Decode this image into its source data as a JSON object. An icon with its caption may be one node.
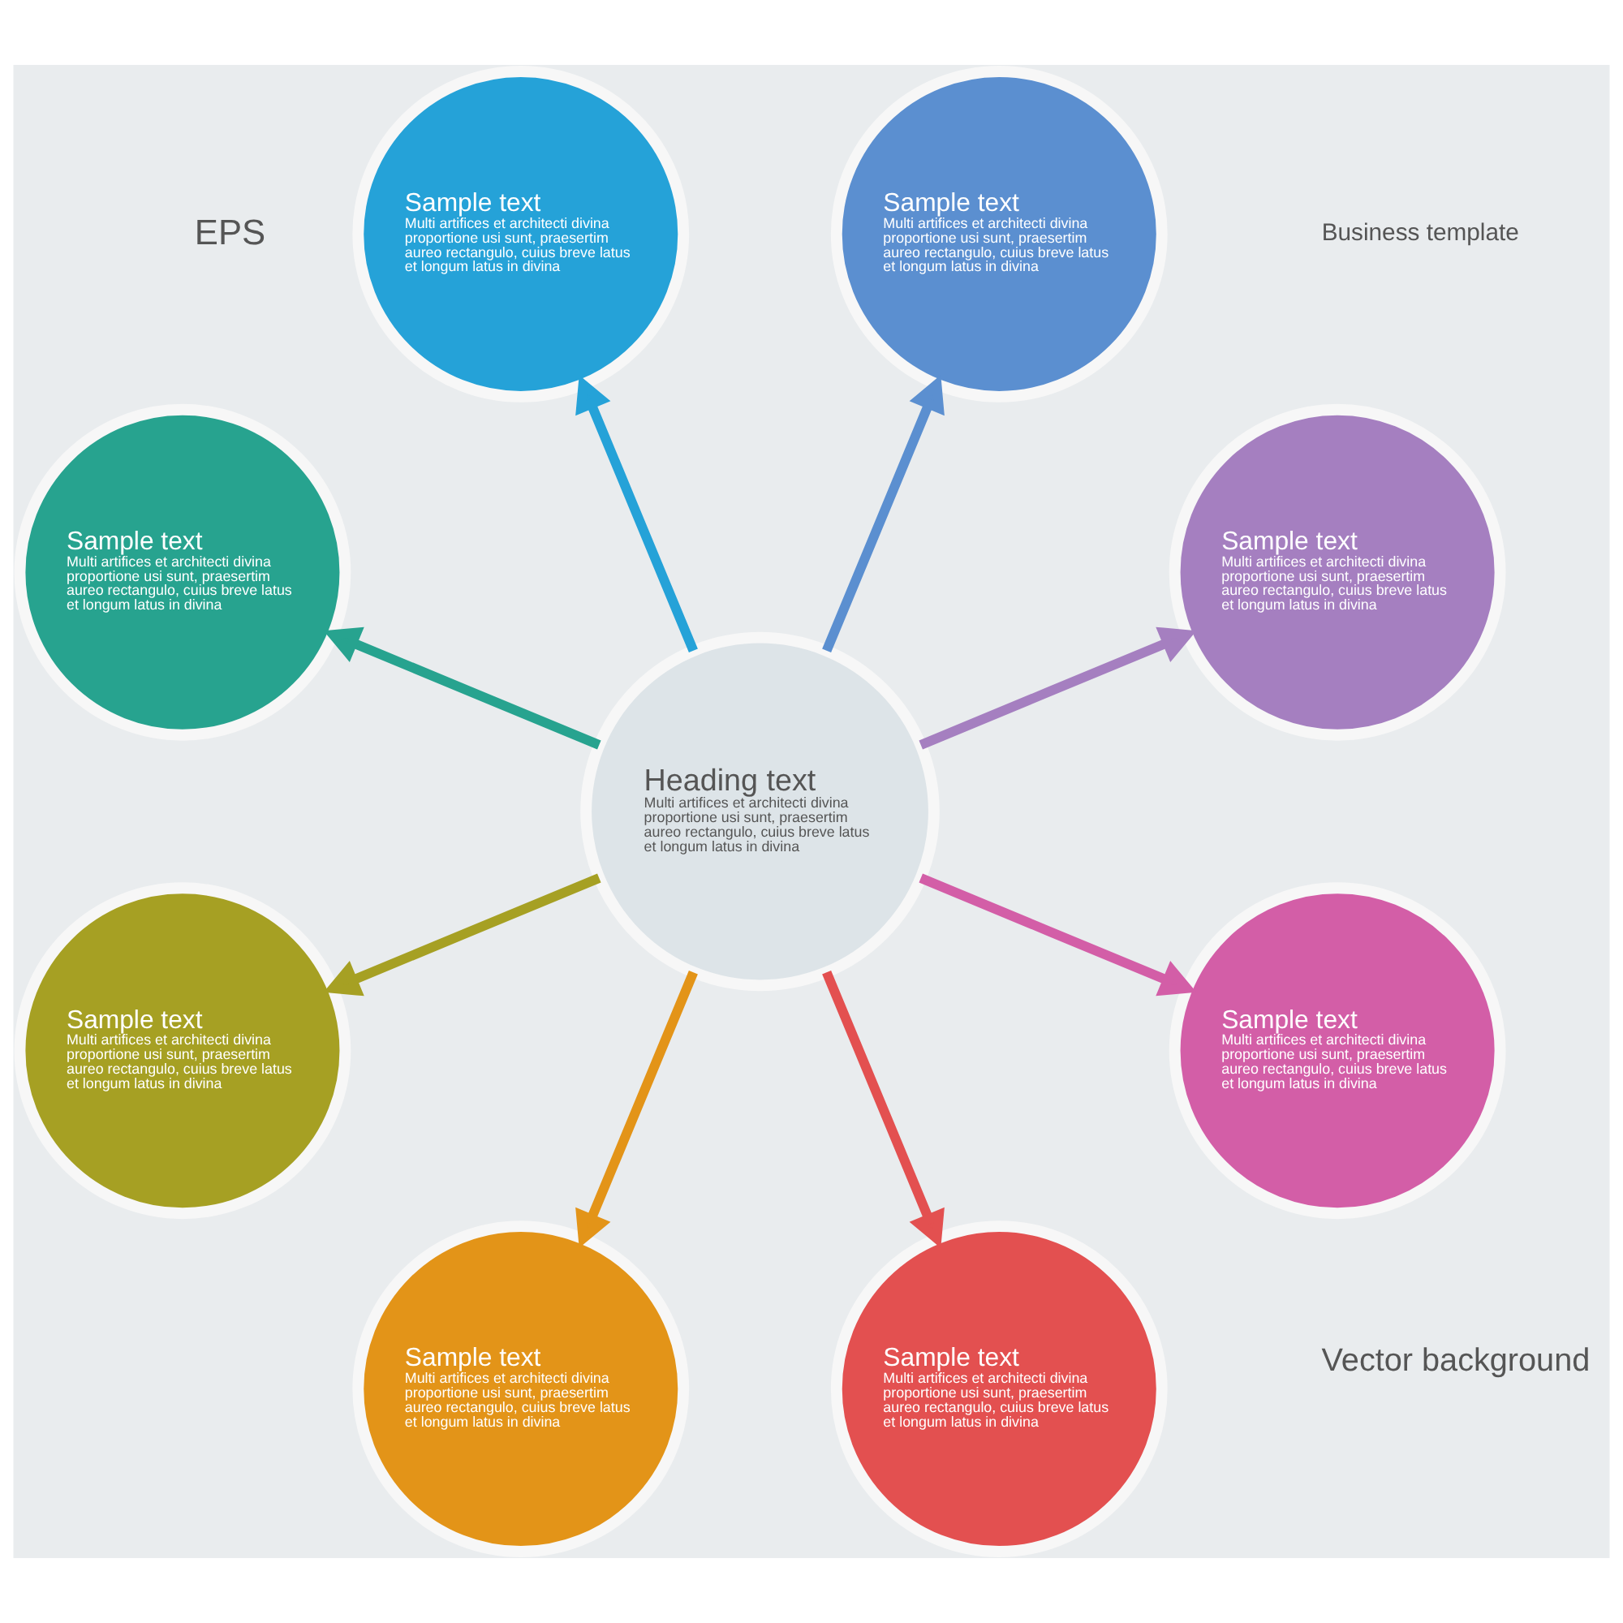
{
  "diagram": {
    "nodes": [
      {
        "text": [
          "Heading text",
          "Multi artifices et architecti divina proportione usi sunt, praesertim aureo rectangulo, cuius breve latus et longum latus in divina"
        ]
      },
      {
        "text": [
          "Sample text",
          "Multi artifices et architecti divina proportione usi sunt, praesertim aureo rectangulo, cuius breve latus et longum latus in divina"
        ]
      },
      {
        "text": [
          "Sample text",
          "Multi artifices et architecti divina proportione usi sunt, praesertim aureo rectangulo, cuius breve latus et longum latus in divina"
        ]
      },
      {
        "text": [
          "Sample text",
          "Multi artifices et architecti divina proportione usi sunt, praesertim aureo rectangulo, cuius breve latus et longum latus in divina"
        ]
      },
      {
        "text": [
          "Sample text",
          "Multi artifices et architecti divina proportione usi sunt, praesertim aureo rectangulo, cuius breve latus et longum latus in divina"
        ]
      },
      {
        "text": [
          "Sample text",
          "Multi artifices et architecti divina proportione usi sunt, praesertim aureo rectangulo, cuius breve latus et longum latus in divina"
        ]
      },
      {
        "text": [
          "Sample text",
          "Multi artifices et architecti divina proportione usi sunt, praesertim aureo rectangulo, cuius breve latus et longum latus in divina"
        ]
      },
      {
        "text": [
          "Sample text",
          "Multi artifices et architecti divina proportione usi sunt, praesertim aureo rectangulo, cuius breve latus et longum latus in divina"
        ]
      },
      {
        "text": [
          "Sample text",
          "Multi artifices et architecti divina proportione usi sunt, praesertim aureo rectangulo, cuius breve latus et longum latus in divina"
        ]
      }
    ],
    "edges": [
      {
        "from": 0,
        "to": 1,
        "arrow": "to",
        "color": "#25a2d8"
      },
      {
        "from": 0,
        "to": 3,
        "arrow": "to",
        "color": "#5b8fd0"
      },
      {
        "from": 0,
        "to": 5,
        "arrow": "to",
        "color": "#a57fc0"
      },
      {
        "from": 0,
        "to": 7,
        "arrow": "to",
        "color": "#d35ea7"
      },
      {
        "from": 0,
        "to": 8,
        "arrow": "to",
        "color": "#e35050"
      },
      {
        "from": 0,
        "to": 6,
        "arrow": "to",
        "color": "#e39418"
      },
      {
        "from": 0,
        "to": 4,
        "arrow": "to",
        "color": "#a6a023"
      },
      {
        "from": 0,
        "to": 2,
        "arrow": "to",
        "color": "#27a38f"
      }
    ],
    "labels": [
      "EPS",
      "Vector background",
      "Business template"
    ]
  }
}
